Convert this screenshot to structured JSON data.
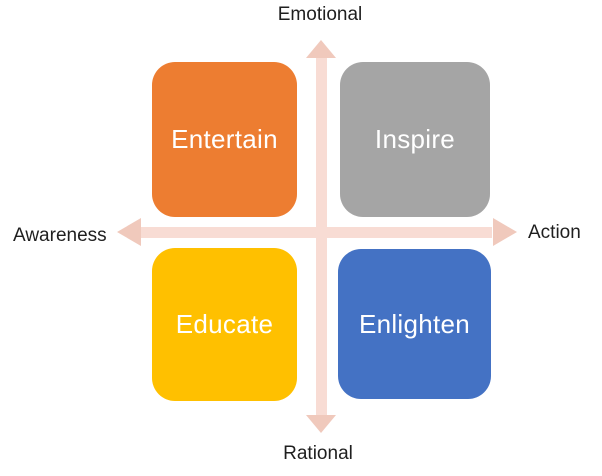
{
  "quadrants": {
    "top_left": {
      "label": "Entertain",
      "color": "#ED7D31"
    },
    "top_right": {
      "label": "Inspire",
      "color": "#A5A5A5"
    },
    "bottom_left": {
      "label": "Educate",
      "color": "#FFC000"
    },
    "bottom_right": {
      "label": "Enlighten",
      "color": "#4472C4"
    }
  },
  "axis_labels": {
    "top": "Emotional",
    "bottom": "Rational",
    "left": "Awareness",
    "right": "Action"
  },
  "axis_style": {
    "shaft_color": "#F8DCD4",
    "arrowhead_color": "#F0C9BC"
  },
  "label_text_color": "#1F1F1F",
  "background_color": "#FFFFFF"
}
